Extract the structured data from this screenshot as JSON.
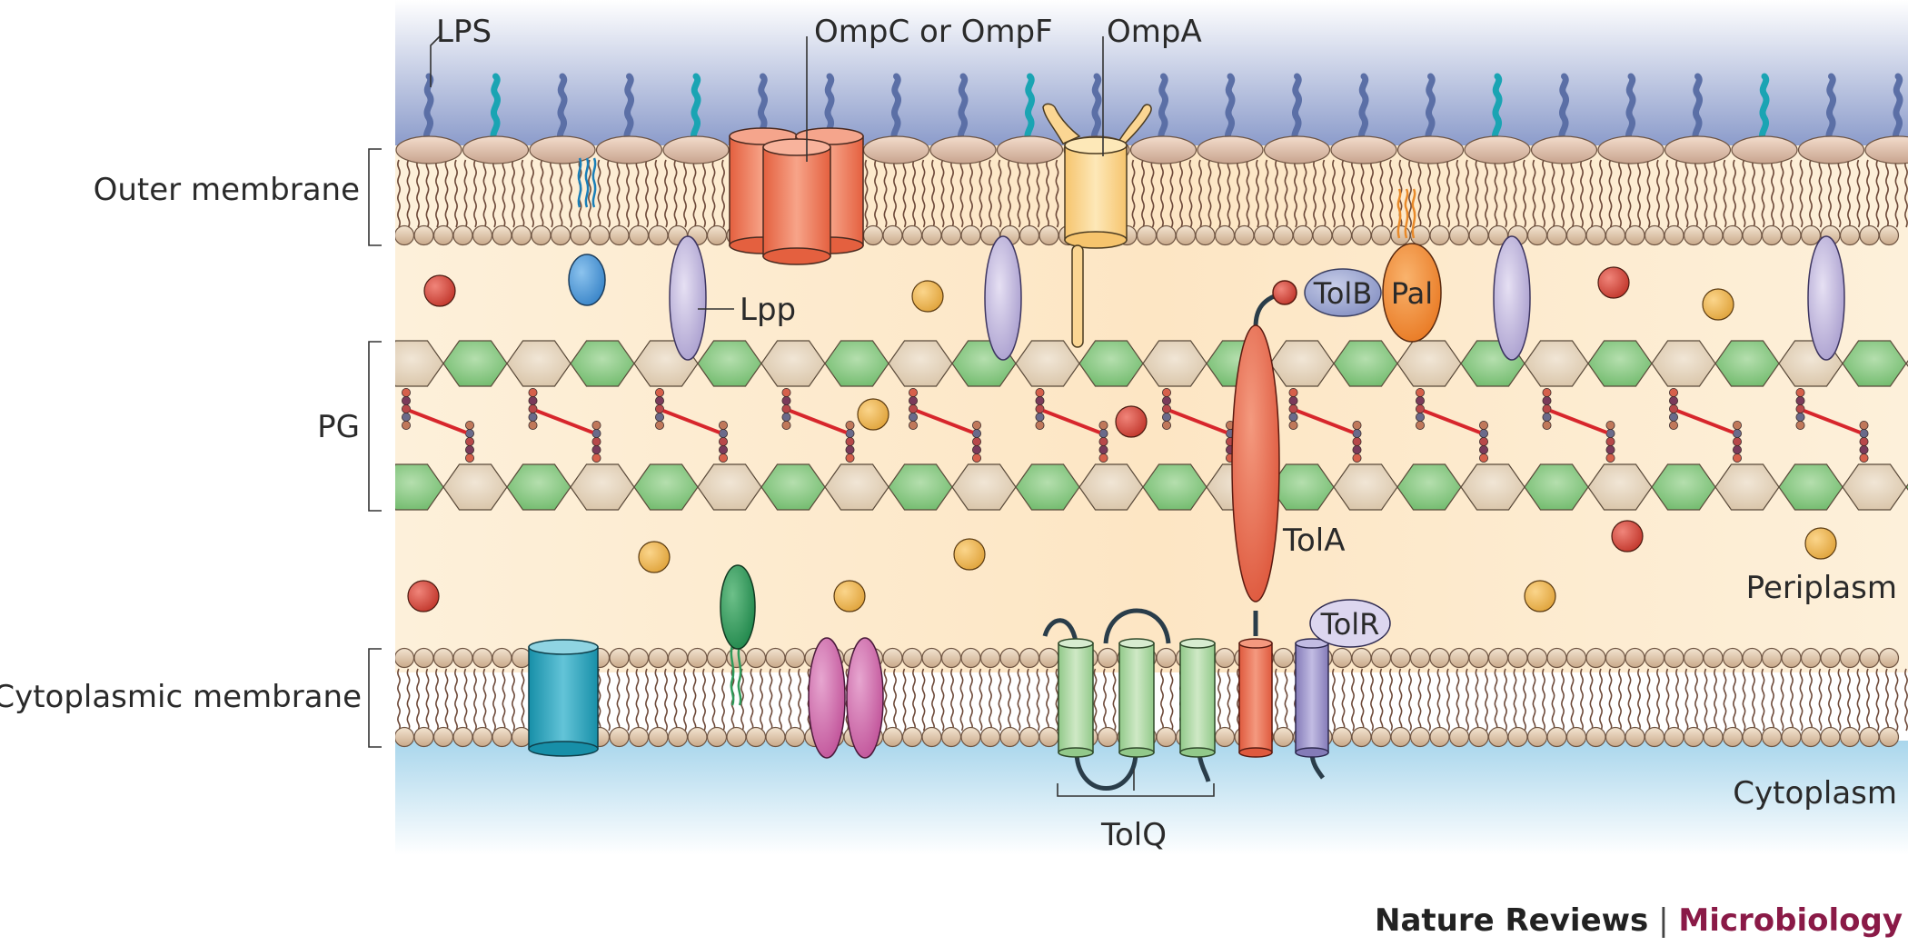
{
  "labels": {
    "outer_membrane": "Outer membrane",
    "pg": "PG",
    "cytoplasmic_membrane": "Cytoplasmic membrane",
    "periplasm": "Periplasm",
    "cytoplasm": "Cytoplasm",
    "lps": "LPS",
    "ompc_ompf": "OmpC or OmpF",
    "ompa": "OmpA",
    "lpp": "Lpp",
    "tolb": "TolB",
    "pal": "Pal",
    "tola": "TolA",
    "tolr": "TolR",
    "tolq": "TolQ"
  },
  "branding": {
    "journal": "Nature Reviews",
    "separator": " | ",
    "section": "Microbiology"
  },
  "colors": {
    "periplasm": "#fdeacb",
    "outer_sky": "#7f93c6",
    "cytoplasm": "#bfe0f0",
    "lps_blue": "#5b6fa6",
    "lps_teal": "#1aa4b3",
    "porin": "#ee7f62",
    "ompa": "#fbd693",
    "lpp": "#c6bde0",
    "tola": "#e9654b",
    "pal": "#ef8d3a",
    "tolb": "#9aa6cf",
    "tolq": "#a9d69e",
    "tolr": "#9a92c9",
    "pg_green": "#7fc47c",
    "pg_tan": "#e5d4bb",
    "crosslink": "#d7262c",
    "brand_accent": "#8a1a47"
  }
}
